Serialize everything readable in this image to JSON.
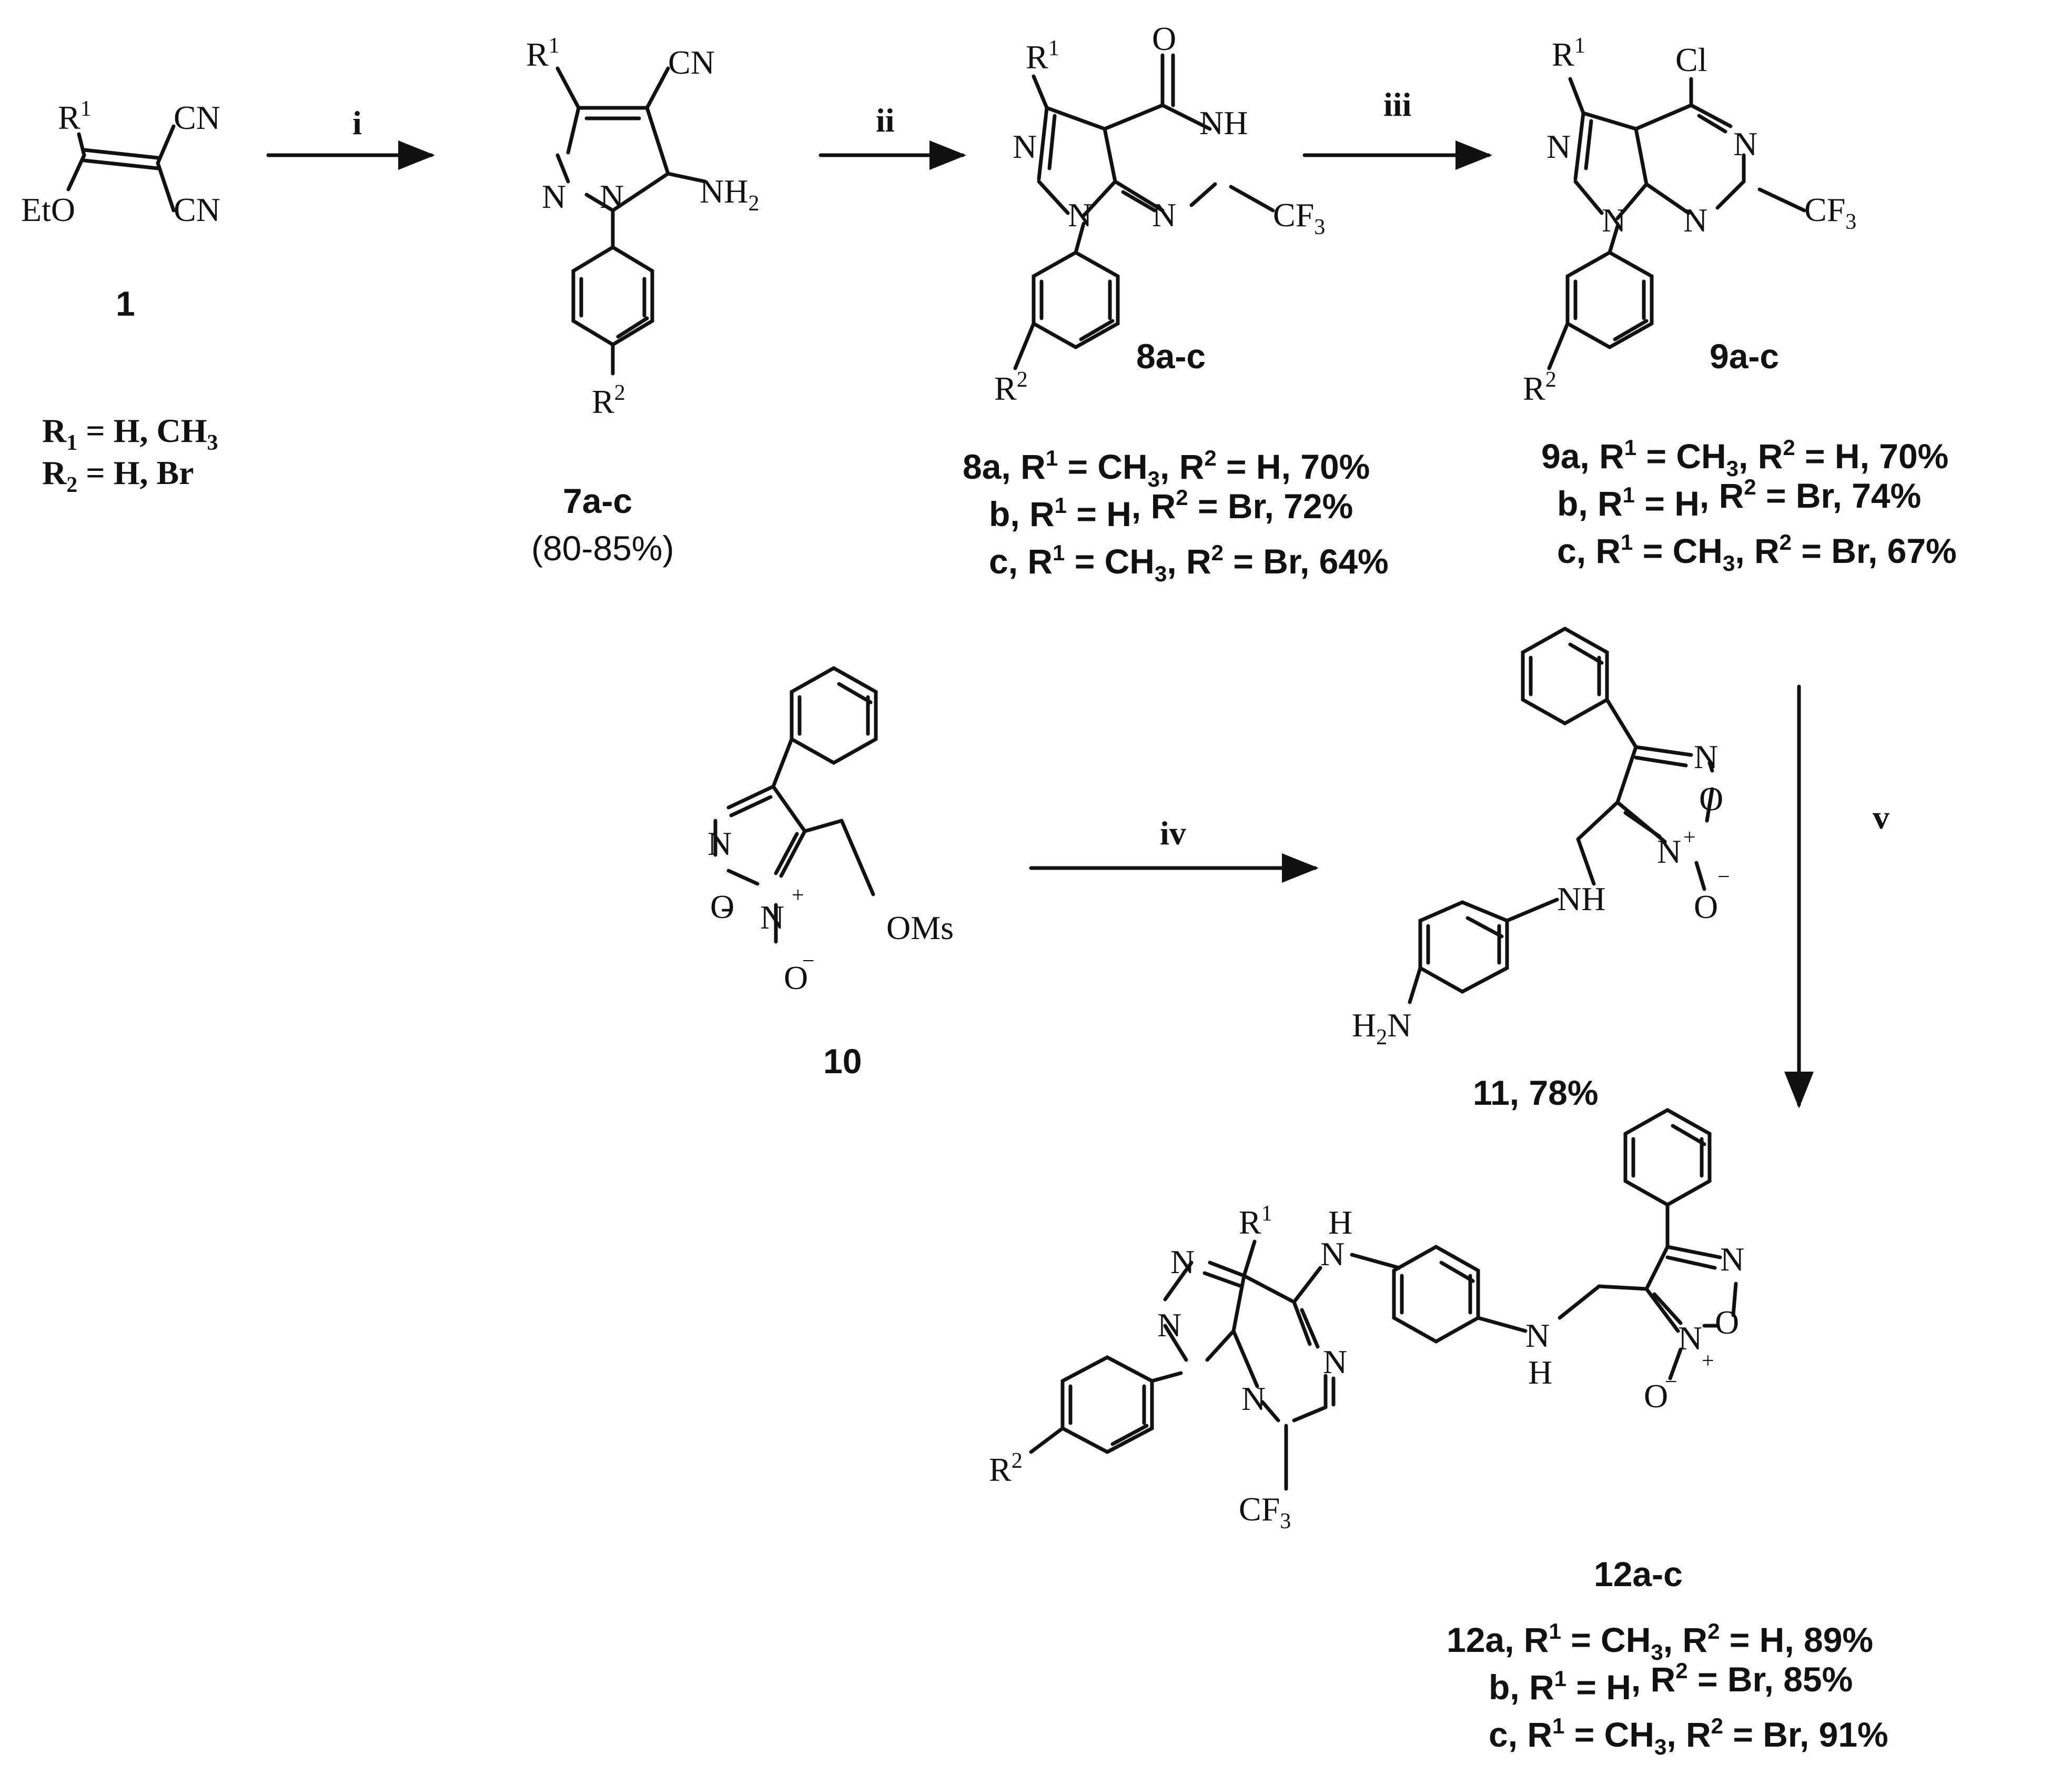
{
  "atoms": {
    "r1": "R",
    "r1_sup": "1",
    "r2": "R",
    "r2_sup": "2",
    "cn": "CN",
    "eto": "EtO",
    "n": "N",
    "nh": "NH",
    "h": "H",
    "nh2": "NH",
    "nh2_sub": "2",
    "h2n": "H",
    "h2n_sub": "2",
    "h2n_tail": "N",
    "o": "O",
    "o_minus": "O",
    "minus": "−",
    "plus": "+",
    "cl": "Cl",
    "cf3": "CF",
    "cf3_sub": "3",
    "oms": "OMs"
  },
  "steps": {
    "i": "i",
    "ii": "ii",
    "iii": "iii",
    "iv": "iv",
    "v": "v"
  },
  "compounds": {
    "c1": {
      "label": "1"
    },
    "c7": {
      "label": "7a-c",
      "yield": "(80-85%)"
    },
    "c8": {
      "label": "8a-c"
    },
    "c9": {
      "label": "9a-c"
    },
    "c10": {
      "label": "10"
    },
    "c11": {
      "label": "11, 78%"
    },
    "c12": {
      "label": "12a-c"
    }
  },
  "r_defs": {
    "r1_line": {
      "r": "R",
      "sub": "1",
      "text": " = H, CH",
      "sub2": "3"
    },
    "r2_line": {
      "r": "R",
      "sub": "2",
      "text": " = H, Br"
    }
  },
  "series": {
    "s8": [
      {
        "pre": "8a, R",
        "s1": "1",
        "mid": " = CH",
        "s3": "3",
        "mid2": ", R",
        "s2": "2",
        "post": " = H, 70%"
      },
      {
        "pre": "b, R",
        "s1": "1",
        "mid": " = H",
        "s3": "",
        "mid2": ", R",
        "s2": "2",
        "post": " = Br, 72%"
      },
      {
        "pre": "c, R",
        "s1": "1",
        "mid": " = CH",
        "s3": "3",
        "mid2": ", R",
        "s2": "2",
        "post": " = Br, 64%"
      }
    ],
    "s9": [
      {
        "pre": "9a, R",
        "s1": "1",
        "mid": " = CH",
        "s3": "3",
        "mid2": ", R",
        "s2": "2",
        "post": " = H, 70%"
      },
      {
        "pre": "b, R",
        "s1": "1",
        "mid": " = H",
        "s3": "",
        "mid2": ", R",
        "s2": "2",
        "post": " = Br, 74%"
      },
      {
        "pre": "c, R",
        "s1": "1",
        "mid": " = CH",
        "s3": "3",
        "mid2": ", R",
        "s2": "2",
        "post": " = Br, 67%"
      }
    ],
    "s12": [
      {
        "pre": "12a, R",
        "s1": "1",
        "mid": " = CH",
        "s3": "3",
        "mid2": ", R",
        "s2": "2",
        "post": " = H, 89%"
      },
      {
        "pre": "b, R",
        "s1": "1",
        "mid": " = H",
        "s3": "",
        "mid2": ", R",
        "s2": "2",
        "post": " = Br, 85%"
      },
      {
        "pre": "c, R",
        "s1": "1",
        "mid": " = CH",
        "s3": "3",
        "mid2": ", R",
        "s2": "2",
        "post": " = Br, 91%"
      }
    ]
  }
}
